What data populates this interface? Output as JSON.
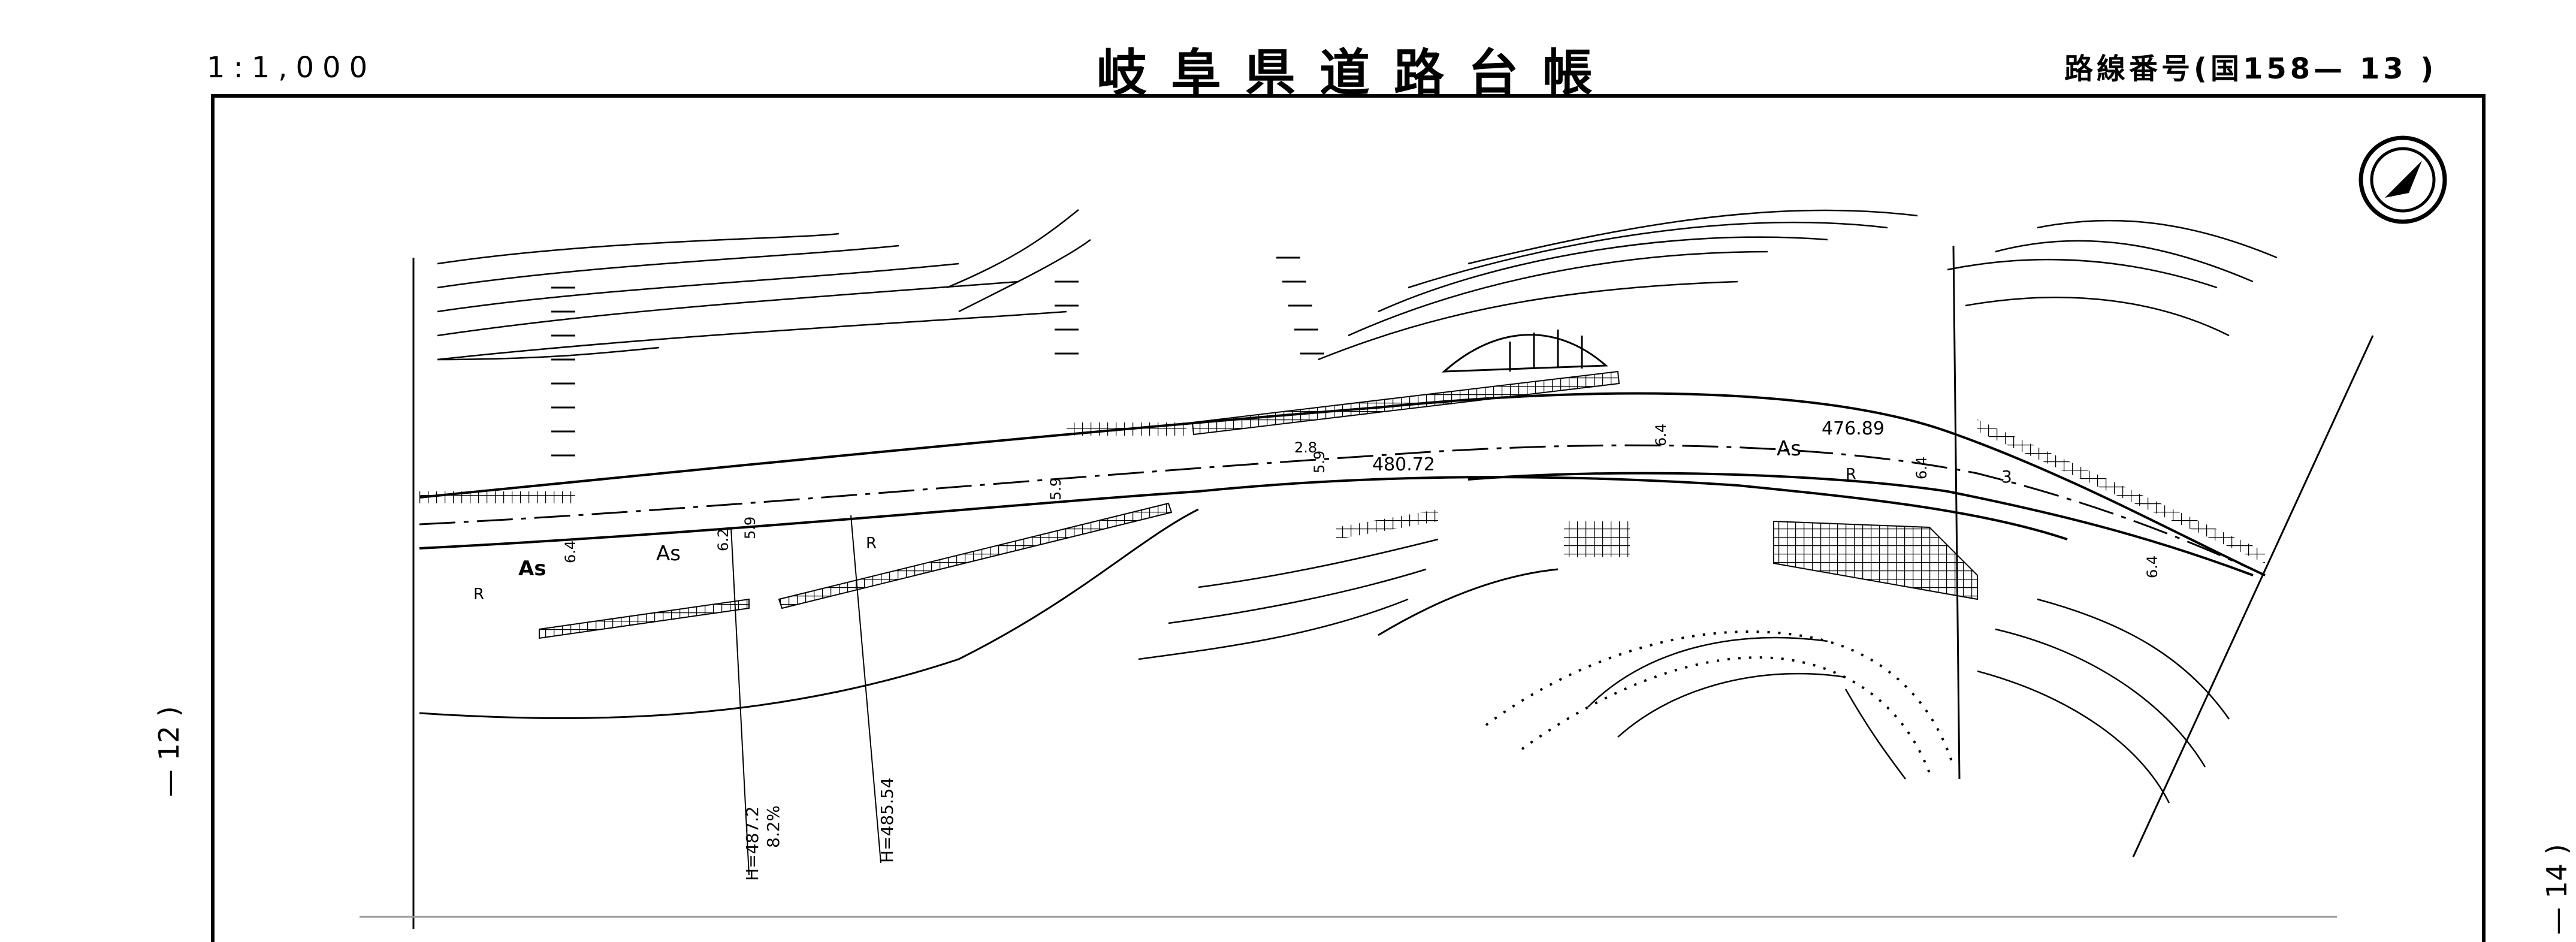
{
  "header": {
    "scale": "1:1,000",
    "title": "岐阜県道路台帳",
    "route_number": "路線番号(国158— 13 )"
  },
  "side_labels": {
    "left": "— 12 )",
    "right": "— 14 )"
  },
  "map": {
    "surface_labels": [
      "As",
      "As",
      "As"
    ],
    "retaining_labels": [
      "R",
      "R",
      "R"
    ],
    "elevations": [
      "480.72",
      "476.89"
    ],
    "widths": [
      "6.4",
      "6.2",
      "5.9",
      "5.9",
      "2.8",
      "5.9",
      "6.4",
      "6.4",
      "6.4"
    ],
    "lane_count": "3",
    "height_markers": [
      "H=487.2",
      "8.2%",
      "H=485.54"
    ]
  }
}
